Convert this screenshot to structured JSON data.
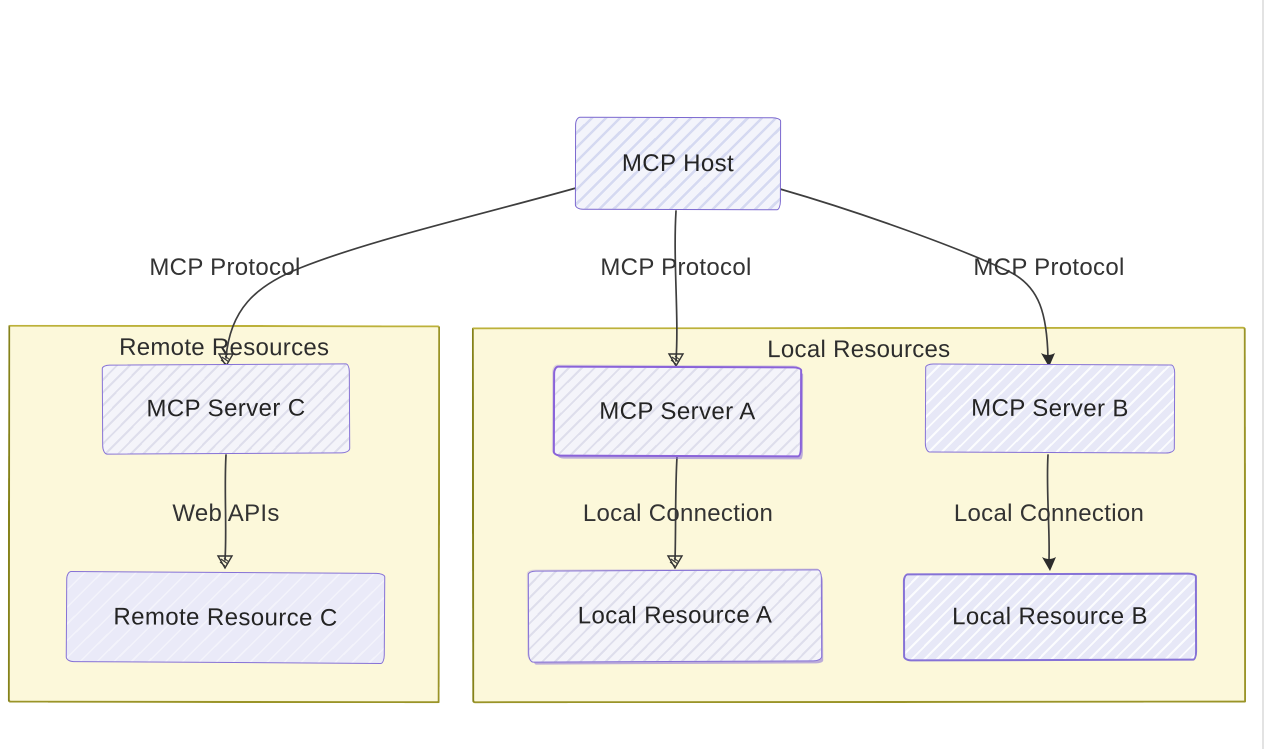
{
  "diagram": {
    "host": {
      "label": "MCP Host"
    },
    "edge_labels": {
      "host_to_server_c": "MCP Protocol",
      "host_to_server_a": "MCP Protocol",
      "host_to_server_b": "MCP Protocol",
      "server_c_to_resource_c": "Web APIs",
      "server_a_to_resource_a": "Local Connection",
      "server_b_to_resource_b": "Local Connection"
    },
    "groups": {
      "remote": {
        "title": "Remote Resources",
        "server": {
          "label": "MCP Server C"
        },
        "resource": {
          "label": "Remote Resource C"
        }
      },
      "local": {
        "title": "Local Resources",
        "server_a": {
          "label": "MCP Server A"
        },
        "resource_a": {
          "label": "Local Resource A"
        },
        "server_b": {
          "label": "MCP Server B"
        },
        "resource_b": {
          "label": "Local Resource B"
        }
      }
    },
    "colors": {
      "node_border": "#8672d6",
      "node_fill": "#ececf9",
      "container_fill": "#fcf8da",
      "container_border": "#9a9428",
      "edge_stroke": "#3e3e3e",
      "text": "#2d2d2d",
      "background": "#ffffff"
    }
  }
}
